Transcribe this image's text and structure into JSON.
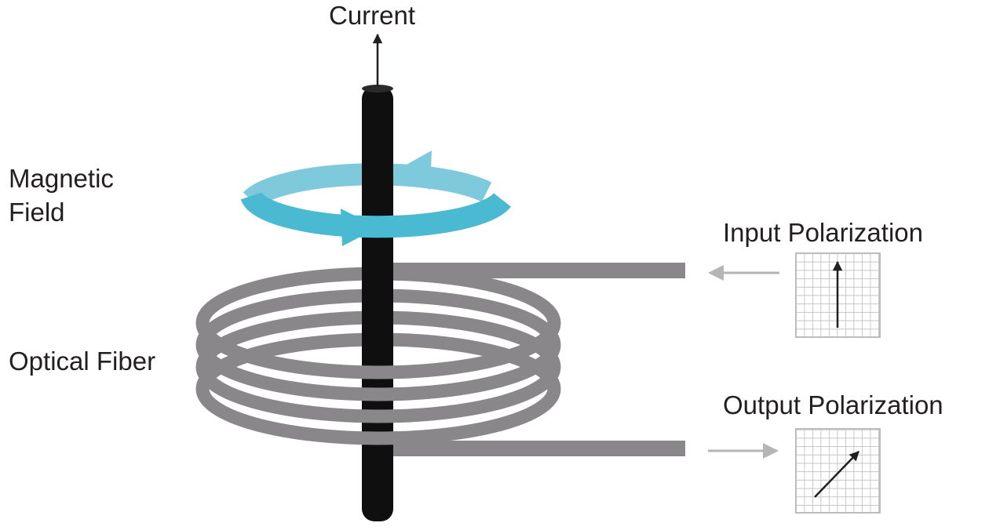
{
  "labels": {
    "current": "Current",
    "magnetic_field_line1": "Magnetic",
    "magnetic_field_line2": "Field",
    "optical_fiber": "Optical Fiber",
    "input_polarization": "Input Polarization",
    "output_polarization": "Output Polarization"
  },
  "colors": {
    "wire": "#0f0f0f",
    "fiber": "#8a878a",
    "field_front": "#4ab9d2",
    "field_back": "#7ec9db",
    "grid": "#bcbcbc",
    "arrow_gray": "#b5b5b5",
    "text": "#231f20"
  },
  "icons": [
    "current-arrow-icon",
    "magnetic-field-arrow-icon",
    "input-direction-arrow-icon",
    "output-direction-arrow-icon",
    "polarization-vector-icon"
  ]
}
